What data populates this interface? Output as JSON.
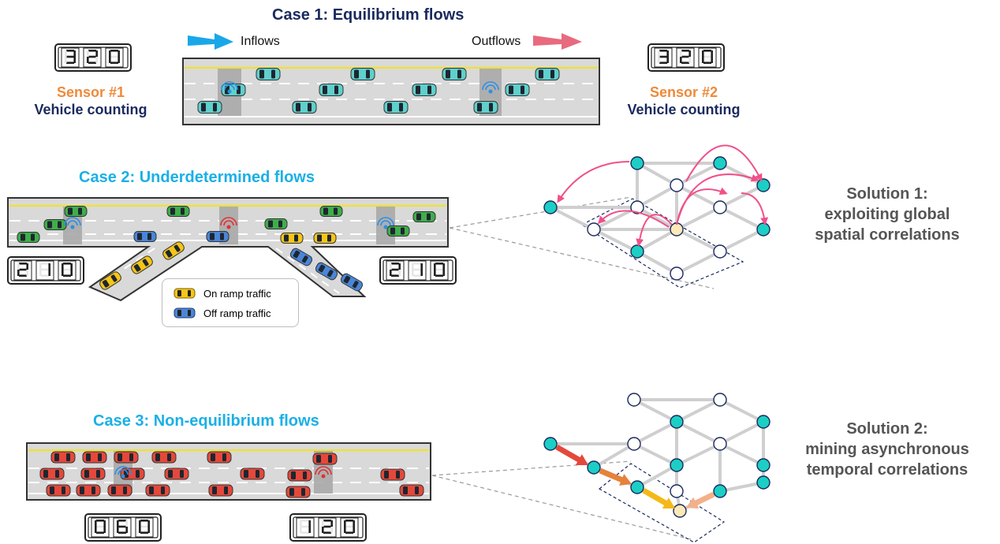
{
  "case1": {
    "title": "Case 1: Equilibrium flows",
    "inflows": "Inflows",
    "outflows": "Outflows",
    "sensor1": {
      "number": "Sensor #1",
      "description": "Vehicle counting",
      "display": [
        "3",
        "2",
        "0"
      ]
    },
    "sensor2": {
      "number": "Sensor #2",
      "description": "Vehicle counting",
      "display": [
        "3",
        "2",
        "0"
      ]
    }
  },
  "case2": {
    "title": "Case 2: Underdetermined flows",
    "left_display": [
      "2",
      "1",
      "0"
    ],
    "right_display": [
      "2",
      "1",
      "0"
    ],
    "legend": {
      "on_ramp": "On ramp traffic",
      "off_ramp": "Off ramp traffic"
    }
  },
  "case3": {
    "title": "Case 3: Non-equilibrium flows",
    "left_display": [
      "0",
      "6",
      "0"
    ],
    "right_display": [
      "1",
      "2",
      "0"
    ]
  },
  "solution1": {
    "line1": "Solution 1:",
    "line2": "exploiting global",
    "line3": "spatial correlations"
  },
  "solution2": {
    "line1": "Solution 2:",
    "line2": "mining asynchronous",
    "line3": "temporal correlations"
  },
  "colors": {
    "case1_title": "#1a2a5e",
    "case_title_blue": "#1ab0e6",
    "sensor_orange": "#ee8a3a",
    "teal_car": "#5fd0cc",
    "green_car": "#3fae4a",
    "blue_car": "#4a86d8",
    "yellow_car": "#f5c518",
    "red_car": "#e5483a",
    "node_teal": "#1ccfc4",
    "node_target": "#fde9b8",
    "arrow_pink": "#f0508a",
    "road_gray": "#d5d5d5",
    "lane_yellow": "#f4e31a"
  },
  "icons": [
    "wifi-sensor-icon",
    "car-icon",
    "arrow-icon"
  ]
}
